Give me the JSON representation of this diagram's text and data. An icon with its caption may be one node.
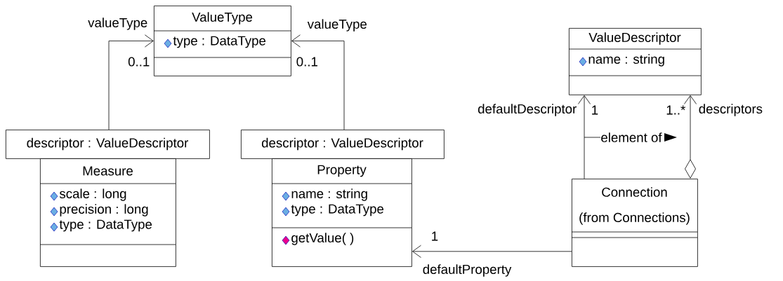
{
  "diagram": {
    "nodes": [
      {
        "text": [
          "ValueType",
          "type : DataType"
        ]
      },
      {
        "text": [
          "descriptor : ValueDescriptor"
        ]
      },
      {
        "text": [
          "Measure",
          "scale : long",
          "precision : long",
          "type : DataType"
        ]
      },
      {
        "text": [
          "descriptor : ValueDescriptor"
        ]
      },
      {
        "text": [
          "Property",
          "name : string",
          "type : DataType",
          "getValue( )"
        ]
      },
      {
        "text": [
          "ValueDescriptor",
          "name : string"
        ]
      },
      {
        "text": [
          "Connection",
          "(from Connections)"
        ]
      }
    ],
    "edges": [
      {
        "from": 1,
        "to": 0,
        "arrow": "to",
        "label": "valueType"
      },
      {
        "from": 3,
        "to": 0,
        "arrow": "to",
        "label": "valueType"
      },
      {
        "from": 6,
        "to": 5,
        "arrow": "to",
        "label": "defaultDescriptor"
      },
      {
        "from": 6,
        "to": 5,
        "arrow": "to",
        "label": "descriptors"
      },
      {
        "from": 6,
        "to": 4,
        "arrow": "to",
        "label": "defaultProperty"
      }
    ],
    "labels": [
      "0..1",
      "0..1",
      "1",
      "1..*",
      "element of",
      "1"
    ]
  }
}
